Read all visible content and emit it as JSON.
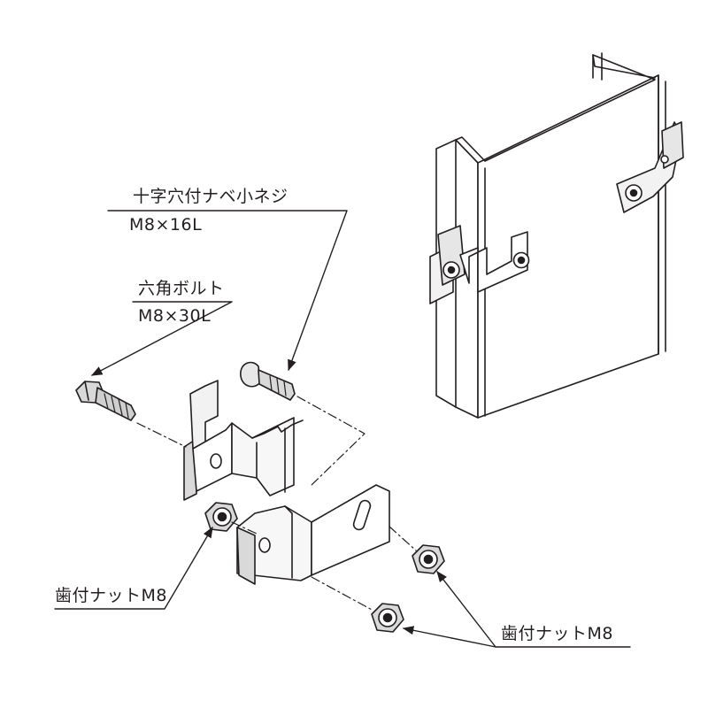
{
  "callouts": {
    "screw": {
      "name": "十字穴付ナベ小ネジ",
      "size": "M8×16L"
    },
    "bolt": {
      "name": "六角ボルト",
      "size": "M8×30L"
    },
    "nut_left": {
      "name": "歯付ナットM8"
    },
    "nut_right": {
      "name": "歯付ナットM8"
    }
  },
  "colors": {
    "line": "#231f20",
    "fill_light": "#f2f2f2",
    "fill_mid": "#d9d9d9",
    "fill_dark": "#bdbdbd"
  }
}
